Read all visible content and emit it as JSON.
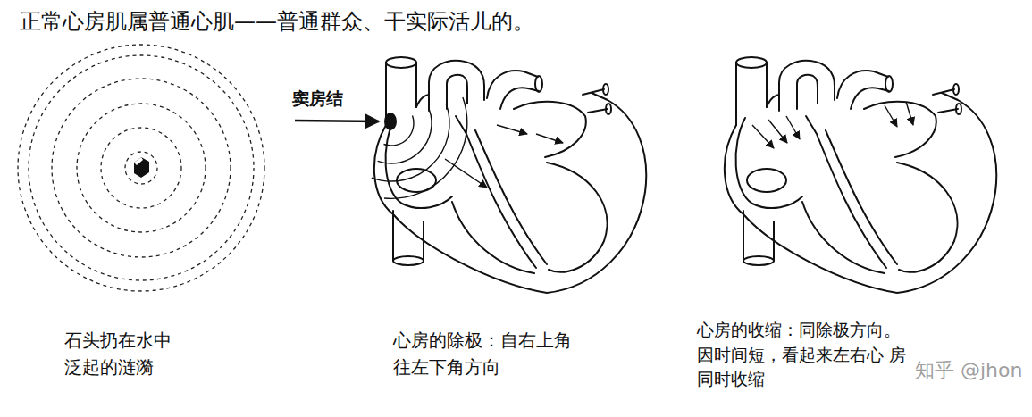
{
  "diagram": {
    "title": "正常心房肌属普通心肌——普通群众、干实际活儿的。",
    "labels": [
      "窦房结",
      "石头扔在水中 泛起的涟漪",
      "心房的除极：自右上角 往左下角方向",
      "心房的收缩：同除极方向。 因时间短，看起来左右心 房同时收缩",
      "知乎 @jhon"
    ]
  }
}
